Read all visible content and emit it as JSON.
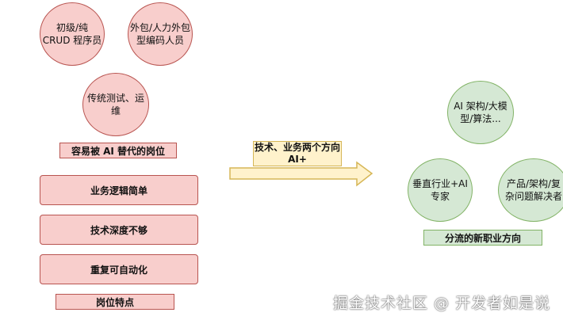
{
  "left_group": {
    "circles": [
      "初级/纯\nCRUD 程序员",
      "外包/人力外包\n型编码人员",
      "传统测试、运\n维"
    ],
    "caption": "容易被 AI 替代的岗位"
  },
  "traits": {
    "items": [
      "业务逻辑简单",
      "技术深度不够",
      "重复可自动化"
    ],
    "caption": "岗位特点"
  },
  "arrow_label": "技术、业务两个方向\nAI+",
  "right_group": {
    "circles": [
      "AI 架构/大模\n型/算法...",
      "垂直行业+AI\n专家",
      "产品/架构/复\n杂问题解决者"
    ],
    "caption": "分流的新职业方向"
  },
  "watermark": "掘金技术社区 @ 开发者如是说",
  "colors": {
    "red_fill": "#f8cecc",
    "red_stroke": "#b85450",
    "green_fill": "#d5e8d4",
    "green_stroke": "#82b366",
    "yellow_fill": "#fff2cc",
    "yellow_stroke": "#d6b656"
  }
}
